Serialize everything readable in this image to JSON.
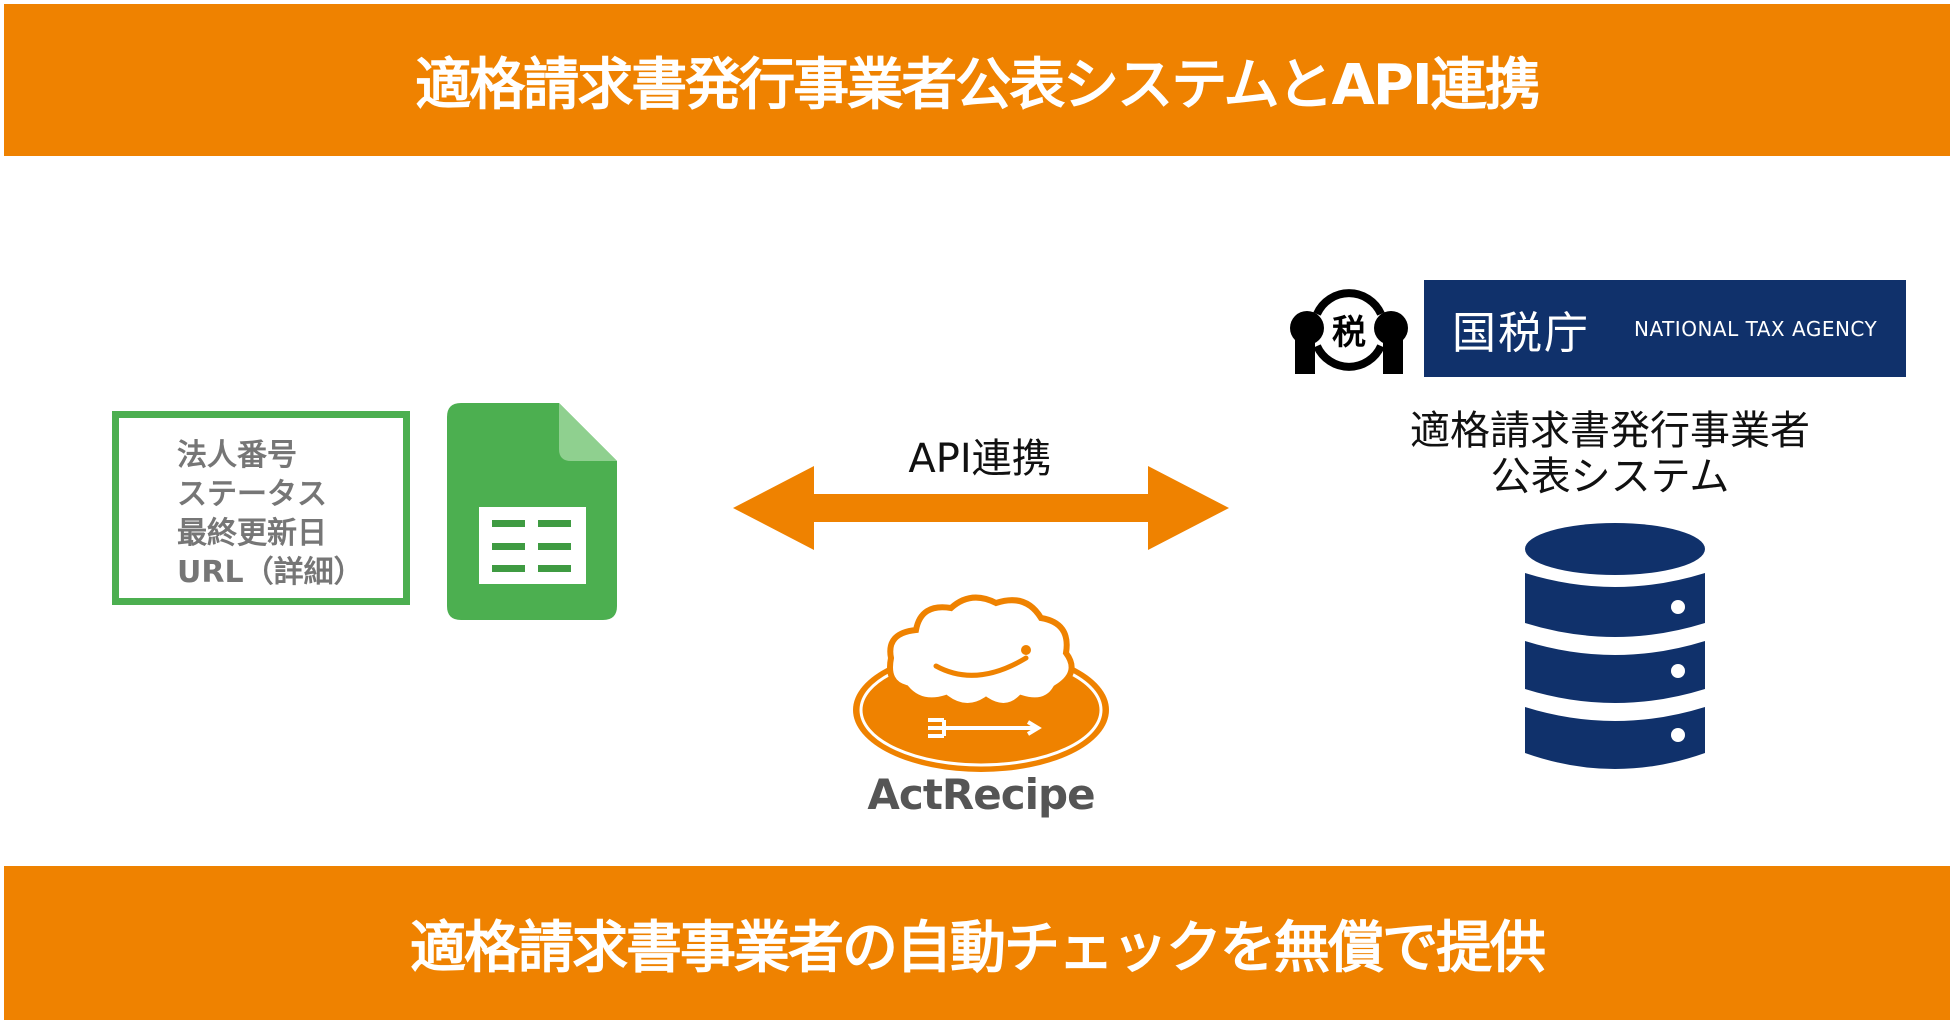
{
  "header": {
    "title": "適格請求書発行事業者公表システムとAPI連携"
  },
  "left": {
    "fields": [
      "法人番号",
      "ステータス",
      "最終更新日",
      "URL（詳細）"
    ],
    "icon": "spreadsheet-icon"
  },
  "center": {
    "api_label": "API連携",
    "arrow": "double-arrow-icon",
    "logo_text": "ActRecipe"
  },
  "right": {
    "agency_jp": "国税庁",
    "agency_en": "NATIONAL TAX AGENCY",
    "emblem_char": "税",
    "system_title_line1": "適格請求書発行事業者",
    "system_title_line2": "公表システム",
    "icon": "database-icon"
  },
  "footer": {
    "title": "適格請求書事業者の自動チェックを無償で提供"
  },
  "colors": {
    "accent": "#ef8200",
    "green": "#4caf50",
    "navy": "#10316b",
    "gray_text": "#767676"
  }
}
